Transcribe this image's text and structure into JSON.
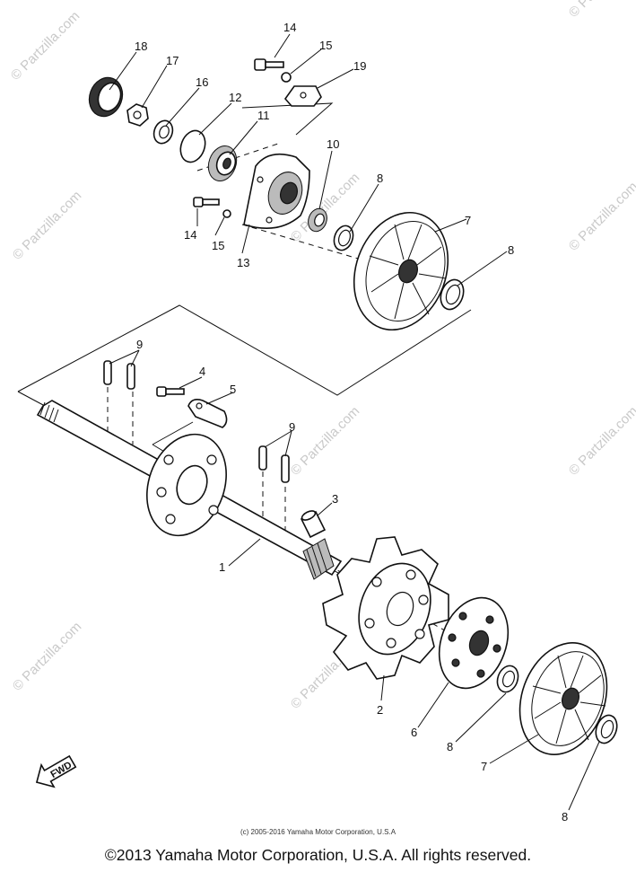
{
  "watermark": "© Partzilla.com",
  "callouts": [
    "1",
    "2",
    "3",
    "4",
    "5",
    "6",
    "7",
    "8",
    "9",
    "10",
    "11",
    "12",
    "13",
    "14",
    "15",
    "16",
    "17",
    "18",
    "19"
  ],
  "fwd_label": "FWD",
  "copyright_small": "(c) 2005-2016 Yamaha Motor Corporation, U.S.A",
  "copyright_main": "©2013 Yamaha Motor Corporation, U.S.A. All rights reserved."
}
